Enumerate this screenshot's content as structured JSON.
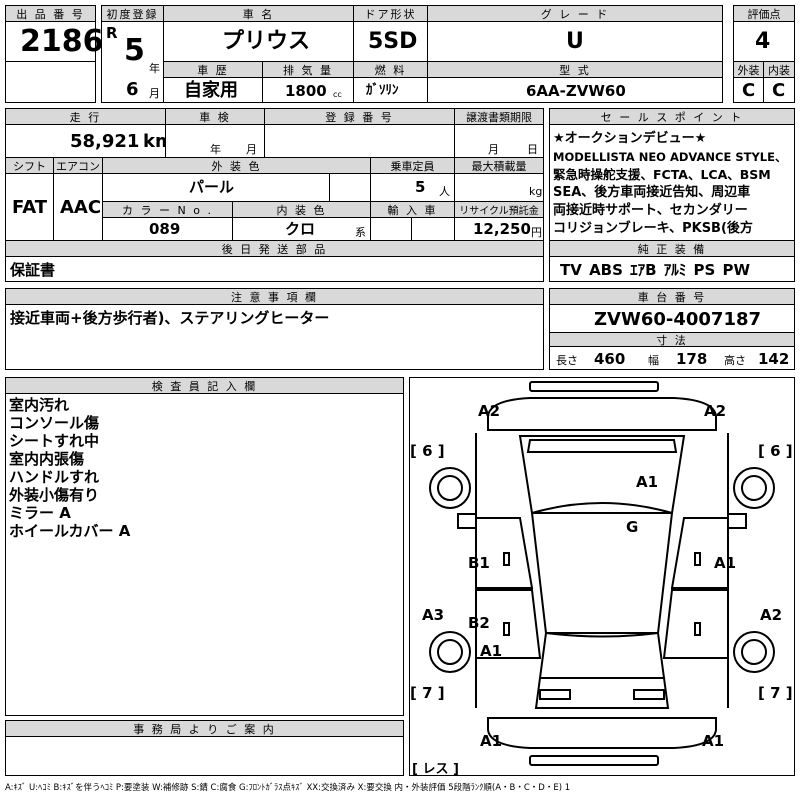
{
  "labels": {
    "lot_no": "出 品 番 号",
    "first_reg": "初度登録",
    "car_name": "車 名",
    "door": "ドア形状",
    "grade": "グ レ ー ド",
    "score": "評価点",
    "history": "車 歴",
    "displacement": "排 気 量",
    "fuel": "燃 料",
    "model": "型 式",
    "exterior": "外装",
    "interior": "内装",
    "mileage": "走 行",
    "inspection": "車 検",
    "reg_no": "登 録 番 号",
    "transfer": "譲渡書類期限",
    "sales_point": "セ ー ル ス ポ イ ン ト",
    "shift": "シフト",
    "aircon": "エアコン",
    "ext_color": "外 装 色",
    "capacity": "乗車定員",
    "max_load": "最大積載量",
    "color_no": "カ ラ ー N o .",
    "int_color": "内 装 色",
    "import": "輸 入 車",
    "recycle": "リサイクル預託金",
    "later_parts": "後 日 発 送 部 品",
    "equipment": "純 正 装 備",
    "notes": "注 意 事 項 欄",
    "chassis": "車 台 番 号",
    "dimensions": "寸 法",
    "inspector": "検 査 員 記 入 欄",
    "office": "事 務 局 よ り ご 案 内"
  },
  "units": {
    "year": "年",
    "month": "月",
    "cc": "cc",
    "km": "km",
    "persons": "人",
    "kg": "kg",
    "series": "系",
    "yen": "円"
  },
  "lot_no": "2186",
  "era_letter": "R",
  "year": "5",
  "month": "6",
  "car_name": "プリウス",
  "door": "5SD",
  "grade": "U",
  "score": "4",
  "history": "自家用",
  "displacement": "1800",
  "fuel": "ｶﾞｿﾘﾝ",
  "model": "6AA-ZVW60",
  "exterior_grade": "C",
  "interior_grade": "C",
  "mileage": "58,921",
  "shift": "FAT",
  "aircon": "AAC",
  "ext_color": "パール",
  "capacity": "5",
  "color_no": "089",
  "int_color": "クロ",
  "recycle_fee": "12,250",
  "sales_point": [
    "★オークションデビュー★",
    "MODELLISTA NEO ADVANCE STYLE、",
    "緊急時操舵支援、FCTA、LCA、BSM",
    "SEA、後方車両接近告知、周辺車",
    "両接近時サポート、セカンダリー",
    "コリジョンブレーキ、PKSB(後方"
  ],
  "later_parts": "保証書",
  "equipment": "TV ABS ｴｱB ｱﾙﾐ PS PW",
  "notes": "接近車両+後方歩行者)、ステアリングヒーター",
  "chassis": "ZVW60-4007187",
  "dims": {
    "length_label": "長さ",
    "length": "460",
    "width_label": "幅",
    "width": "178",
    "height_label": "高さ",
    "height": "142"
  },
  "inspector_notes": [
    "室内汚れ",
    "コンソール傷",
    "シートすれ中",
    "室内内張傷",
    "ハンドルすれ",
    "外装小傷有り",
    "ミラー A",
    "ホイールカバー A"
  ],
  "diagram_marks": {
    "front_left": "A2",
    "front_right": "A2",
    "tire_fl": "[ 6 ]",
    "tire_fr": "[ 6 ]",
    "hood": "A1",
    "windshield": "G",
    "door_fl": "B1",
    "door_fr": "A1",
    "fender_rl": "A3",
    "door_rl": "B2",
    "qpanel_rl": "A1",
    "fender_rr": "A2",
    "tire_rl": "[ 7 ]",
    "tire_rr": "[ 7 ]",
    "rear_left": "A1",
    "rear_right": "A1",
    "spare": "[ レス ]"
  },
  "legend": "A:ｷｽﾞ U:ﾍｺﾐ B:ｷｽﾞを伴うﾍｺﾐ P:要塗装 W:補修跡 S:錆 C:腐食 G:ﾌﾛﾝﾄｶﾞﾗｽ点ｷｽﾞ XX:交換済み X:要交換 内・外装評価 5段階ﾗﾝｸ順(A・B・C・D・E) 1"
}
